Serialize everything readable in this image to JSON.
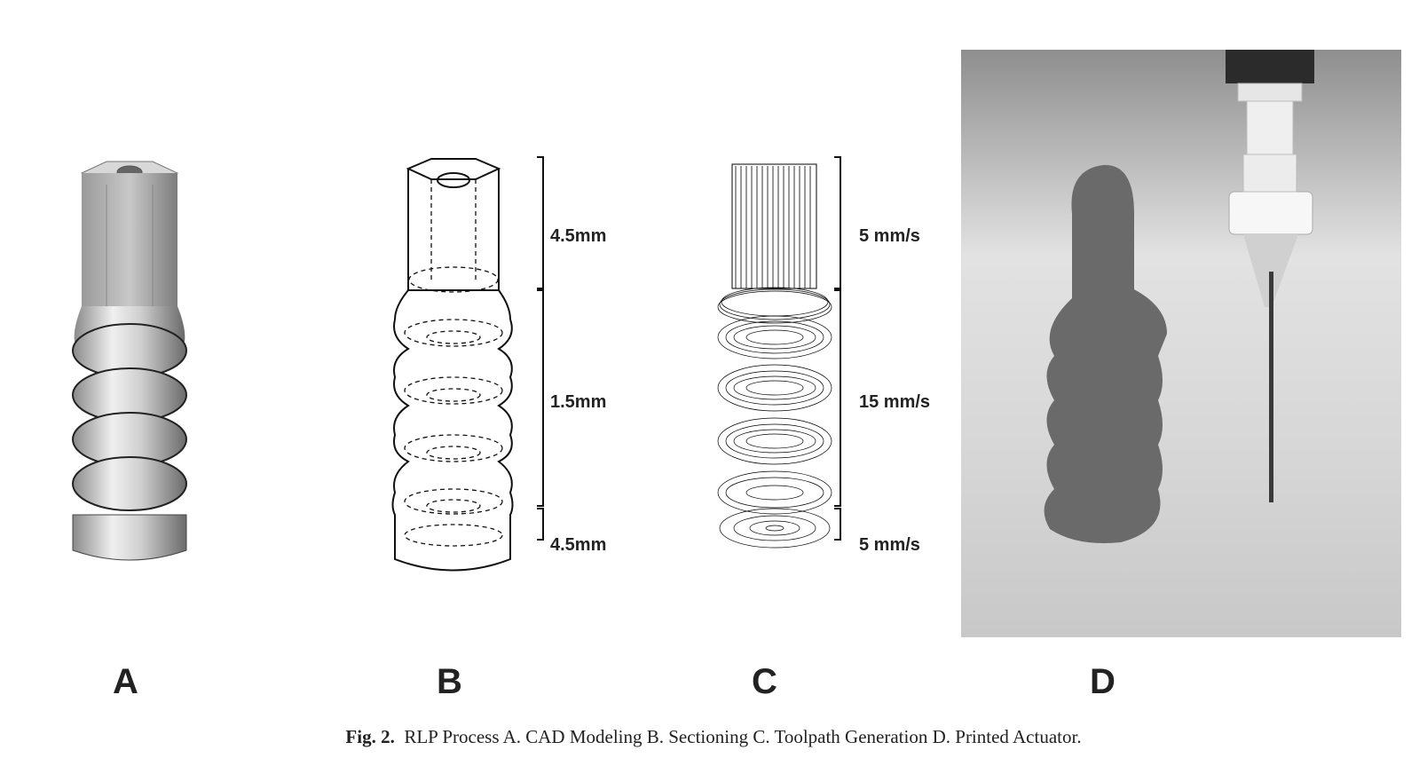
{
  "panels": {
    "a": {
      "label": "A"
    },
    "b": {
      "label": "B",
      "dims": [
        "4.5mm",
        "1.5mm",
        "4.5mm"
      ]
    },
    "c": {
      "label": "C",
      "dims": [
        "5 mm/s",
        "15 mm/s",
        "5 mm/s"
      ]
    },
    "d": {
      "label": "D"
    }
  },
  "caption": {
    "prefix": "Fig. 2.",
    "text": "RLP Process A. CAD Modeling B. Sectioning C. Toolpath Generation D. Printed Actuator."
  }
}
